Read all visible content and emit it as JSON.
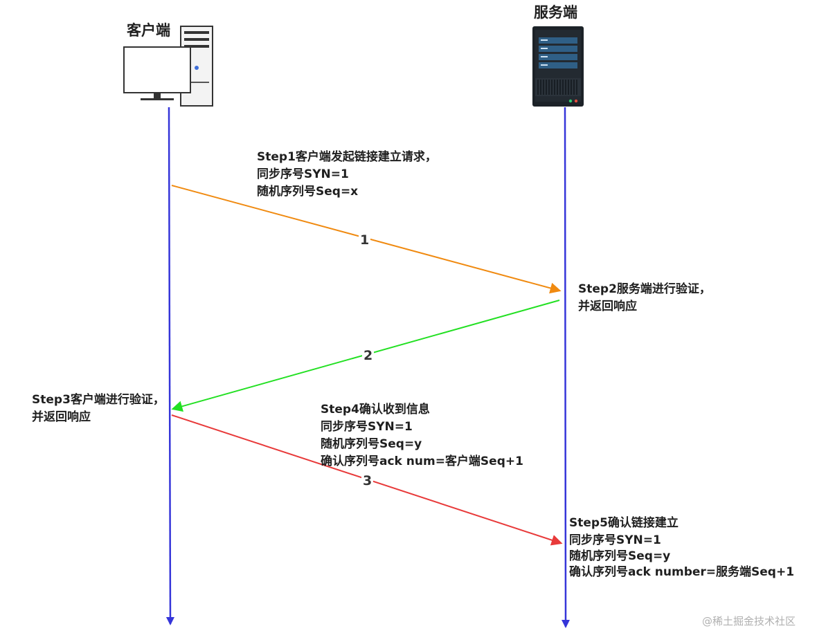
{
  "client": {
    "title": "客户端",
    "icon": "desktop-computer-icon"
  },
  "server": {
    "title": "服务端",
    "icon": "server-rack-icon"
  },
  "steps": {
    "step1": [
      "Step1客户端发起链接建立请求，",
      "同步序号SYN=1",
      "随机序列号Seq=x"
    ],
    "step2": [
      "Step2服务端进行验证，",
      "并返回响应"
    ],
    "step3": [
      "Step3客户端进行验证，",
      "并返回响应"
    ],
    "step4": [
      "Step4确认收到信息",
      "同步序号SYN=1",
      "随机序列号Seq=y",
      "确认序列号ack num=客户端Seq+1"
    ],
    "step5": [
      "Step5确认链接建立",
      "同步序号SYN=1",
      "随机序列号Seq=y",
      "确认序列号ack number=服务端Seq+1"
    ]
  },
  "messages": [
    {
      "label": "1",
      "color": "#f08a10",
      "direction": "client-to-server"
    },
    {
      "label": "2",
      "color": "#22e022",
      "direction": "server-to-client"
    },
    {
      "label": "3",
      "color": "#e83a3a",
      "direction": "client-to-server"
    }
  ],
  "colors": {
    "lifeline": "#3535d9",
    "arrow1": "#f08a10",
    "arrow2": "#22e022",
    "arrow3": "#e83a3a"
  },
  "watermark": "@稀土掘金技术社区"
}
